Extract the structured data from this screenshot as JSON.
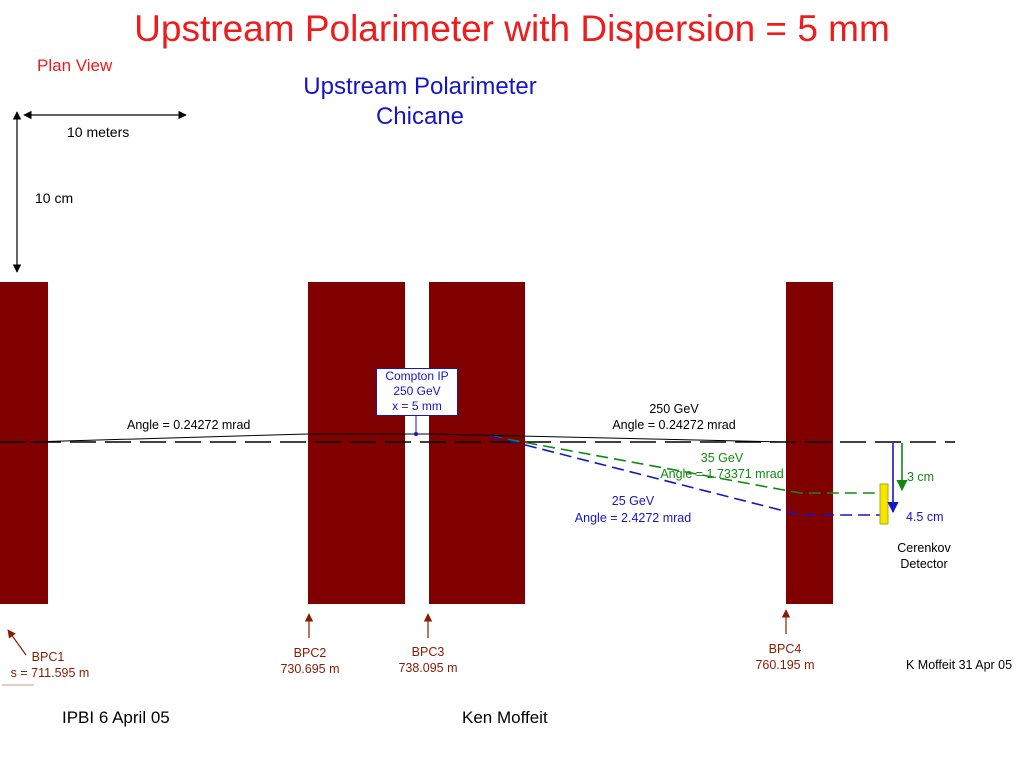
{
  "title": "Upstream Polarimeter with Dispersion = 5 mm",
  "plan_view": "Plan View",
  "chicane_title": "Upstream Polarimeter Chicane",
  "scale": {
    "horizontal": "10 meters",
    "vertical": "10 cm"
  },
  "compton_ip": {
    "line1": "Compton IP",
    "line2": "250 GeV",
    "line3": "x = 5 mm"
  },
  "angles": {
    "left": "Angle = 0.24272 mrad",
    "right_energy": "250 GeV",
    "right": "Angle = 0.24272 mrad"
  },
  "beams": {
    "gev35": {
      "energy": "35 GeV",
      "angle": "Angle = 1.73371 mrad",
      "offset": "3 cm"
    },
    "gev25": {
      "energy": "25 GeV",
      "angle": "Angle = 2.4272 mrad",
      "offset": "4.5 cm"
    }
  },
  "detector": {
    "line1": "Cerenkov",
    "line2": "Detector"
  },
  "bpcs": [
    {
      "name": "BPC1",
      "position": "s = 711.595 m"
    },
    {
      "name": "BPC2",
      "position": "730.695 m"
    },
    {
      "name": "BPC3",
      "position": "738.095 m"
    },
    {
      "name": "BPC4",
      "position": "760.195 m"
    }
  ],
  "credit": "K Moffeit 31 Apr 05",
  "footer": {
    "left": "IPBI 6 April 05",
    "center": "Ken Moffeit"
  },
  "colors": {
    "magnet": "#800000",
    "title_red": "#ee1c1c",
    "blue": "#1515c8",
    "green": "#128a12",
    "detector": "#f5e600",
    "bpc_arrow": "#8b1a00"
  }
}
